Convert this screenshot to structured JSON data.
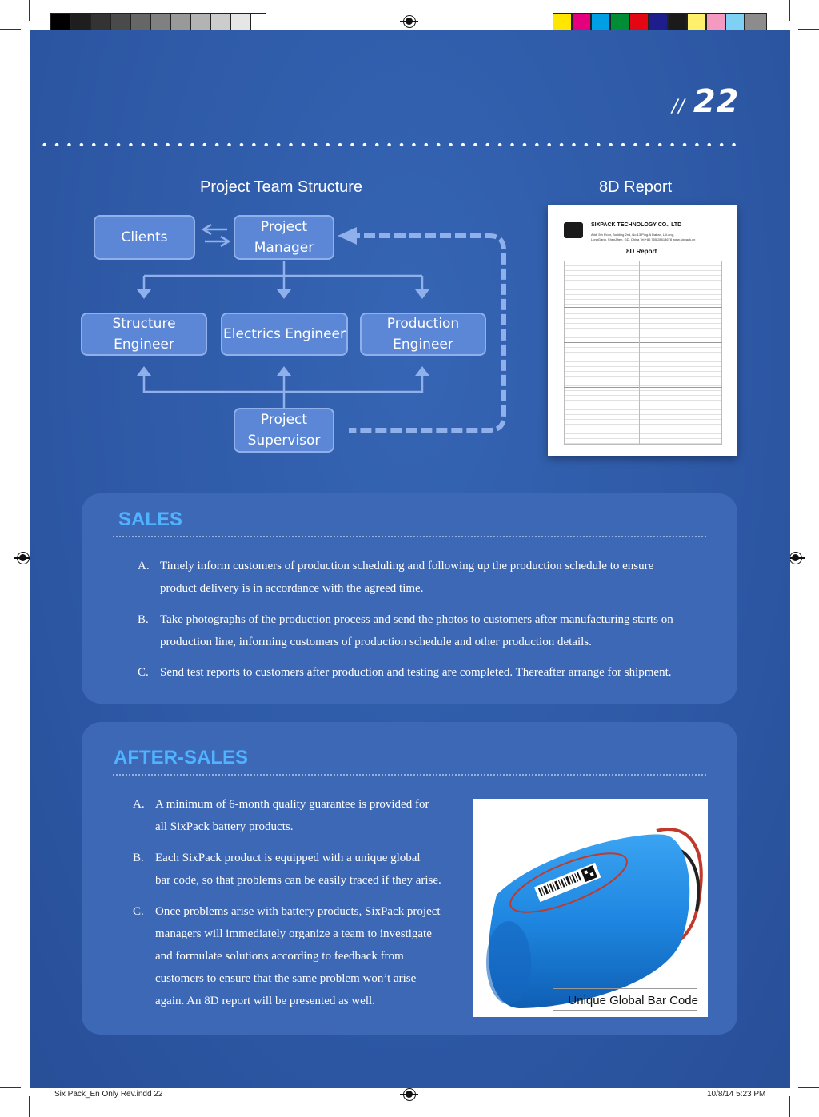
{
  "page_number": "22",
  "page_number_prefix": "//",
  "team_structure": {
    "title": "Project Team Structure",
    "clients": "Clients",
    "project_manager": [
      "Project",
      "Manager"
    ],
    "structure_engineer": "Structure Engineer",
    "electrics_engineer": "Electrics Engineer",
    "production_engineer": "Production Engineer",
    "project_supervisor": [
      "Project",
      "Supervisor"
    ]
  },
  "report": {
    "title": "8D Report",
    "company": "SIXPACK TECHNOLOGY CO.,  LTD",
    "address": "Add: 5th Floor, Building 2nd, No.13 Ping-A Daban, Lili-ong,",
    "address2": "LongGang, ShenZhen, GD, China   Tel:+86 755 28618678  www.sixpack.cn",
    "doc_title": "8D Report",
    "colors": {
      "paper": "#ffffff",
      "logo": "#1b1b1b"
    }
  },
  "sales": {
    "title": "SALES",
    "items": [
      {
        "label": "A.",
        "lines": [
          "Timely inform customers of production scheduling and following up the production schedule to ensure",
          "product delivery is in accordance with the agreed time."
        ]
      },
      {
        "label": "B.",
        "lines": [
          "Take photographs of the production process and send the photos to customers after manufacturing starts on",
          "production line, informing customers of production schedule and other production details."
        ]
      },
      {
        "label": "C.",
        "lines": [
          "Send test reports to customers after production and testing are completed. Thereafter arrange for shipment."
        ]
      }
    ]
  },
  "after_sales": {
    "title": "AFTER-SALES",
    "items": [
      {
        "label": "A.",
        "lines": [
          "A minimum of 6-month quality guarantee is provided for",
          "all SixPack battery products."
        ]
      },
      {
        "label": "B.",
        "lines": [
          "Each SixPack product is equipped with a unique global",
          "bar code, so that problems can be easily traced if they arise."
        ]
      },
      {
        "label": "C.",
        "lines": [
          "Once problems arise with battery products, SixPack project",
          "managers will immediately organize a team to investigate",
          "and formulate solutions according to feedback from",
          "customers to ensure that the same problem won’t arise",
          "again.   An 8D report will be presented as well."
        ]
      }
    ],
    "photo_caption": "Unique Global Bar Code"
  },
  "footer": {
    "file": "Six Pack_En Only Rev.indd   22",
    "timestamp": "10/8/14   5:23 PM"
  },
  "colors": {
    "page_bg": "#2f5ba8",
    "card_bg": "#3d68b6",
    "box_bg": "#5c87d6",
    "heading": "#4fb3ff",
    "arrow": "#8fb0ea",
    "battery": "#1e86e0"
  }
}
